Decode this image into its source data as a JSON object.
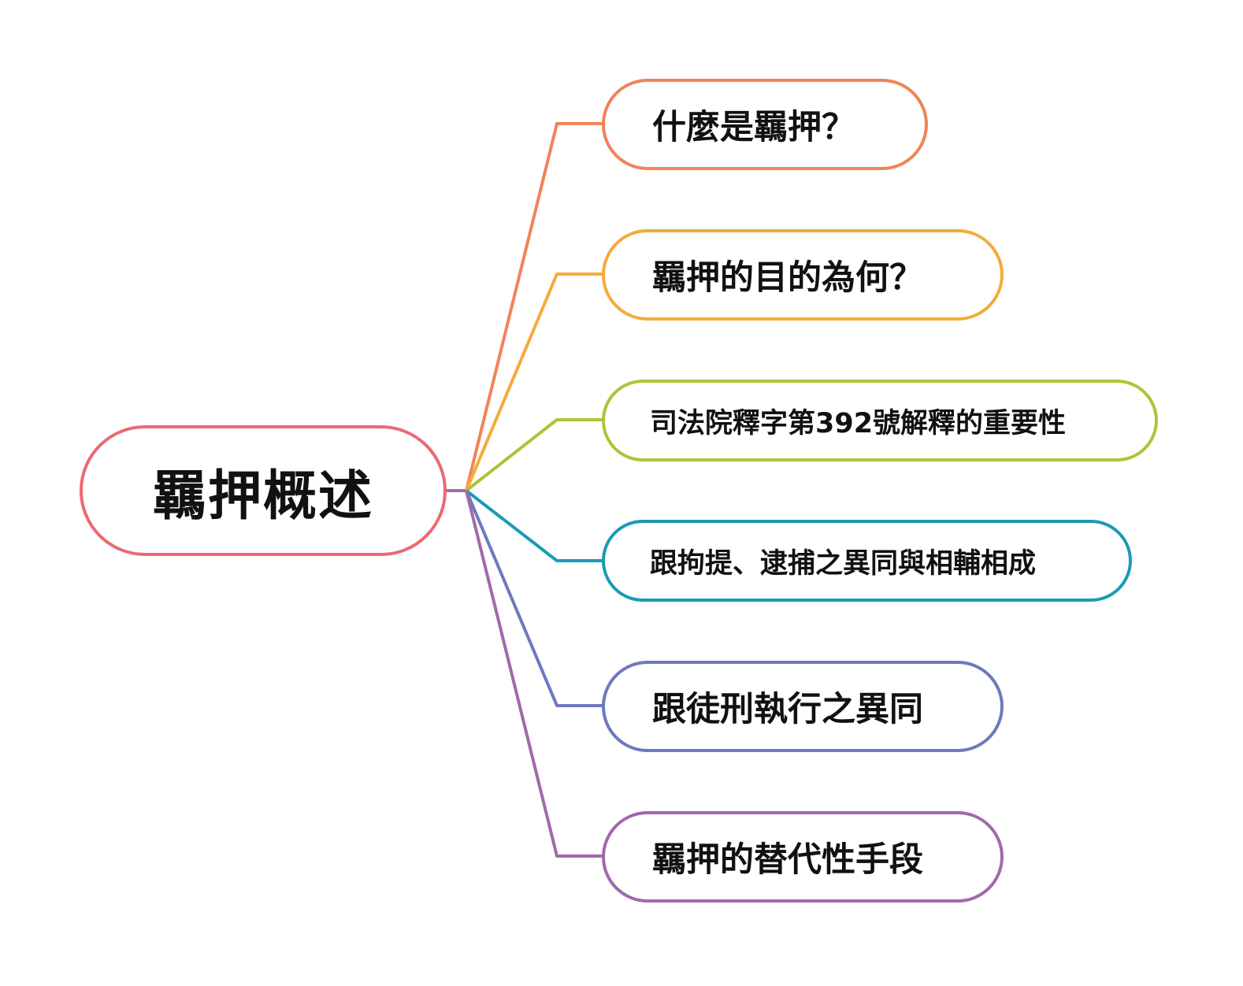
{
  "root": {
    "label": "羈押概述",
    "color": "#e96a73"
  },
  "branches": [
    {
      "label": "什麼是羈押？",
      "color": "#f0845a"
    },
    {
      "label": "羈押的目的為何？",
      "color": "#f5ab3a"
    },
    {
      "label": "司法院釋字第392號解釋的重要性",
      "color": "#a9c63a"
    },
    {
      "label": "跟拘提、逮捕之異同與相輔相成",
      "color": "#1a9ab5"
    },
    {
      "label": "跟徒刑執行之異同",
      "color": "#6f78bf"
    },
    {
      "label": "羈押的替代性手段",
      "color": "#a06aaa"
    }
  ]
}
